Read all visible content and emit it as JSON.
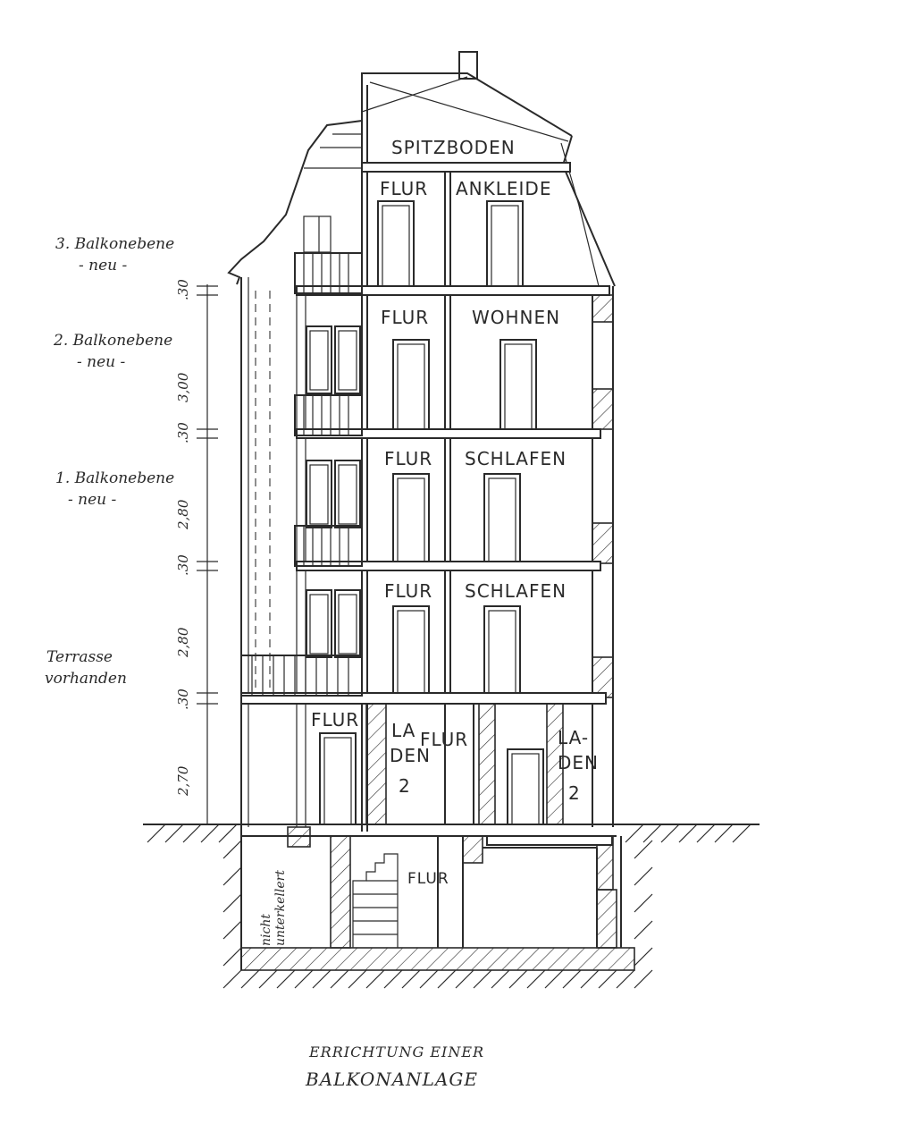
{
  "rooms": {
    "attic": "SPITZBODEN",
    "f4_hall": "FLUR",
    "f4_room": "ANKLEIDE",
    "f3_hall": "FLUR",
    "f3_room": "WOHNEN",
    "f2_hall": "FLUR",
    "f2_room": "SCHLAFEN",
    "f1_hall": "FLUR",
    "f1_room": "SCHLAFEN",
    "g_hall_left": "FLUR",
    "g_hall_mid": "FLUR",
    "shop_left": [
      "LA",
      "DEN",
      "2"
    ],
    "shop_right": [
      "LA-",
      "DEN",
      "2"
    ],
    "basement_hall": "FLUR",
    "basement_note": [
      "nicht",
      "unterkellert"
    ]
  },
  "notes": {
    "balcony3": [
      "3. Balkonebene",
      "- neu -"
    ],
    "balcony2": [
      "2. Balkonebene",
      "- neu -"
    ],
    "balcony1": [
      "1. Balkonebene",
      "- neu -"
    ],
    "terrace": [
      "Terrasse",
      "vorhanden"
    ]
  },
  "dimensions": [
    ".30",
    "3,00",
    ".30",
    "2,80",
    ".30",
    "2,80",
    ".30",
    "2,70"
  ],
  "caption": [
    "ERRICHTUNG EINER",
    "BALKONANLAGE"
  ]
}
